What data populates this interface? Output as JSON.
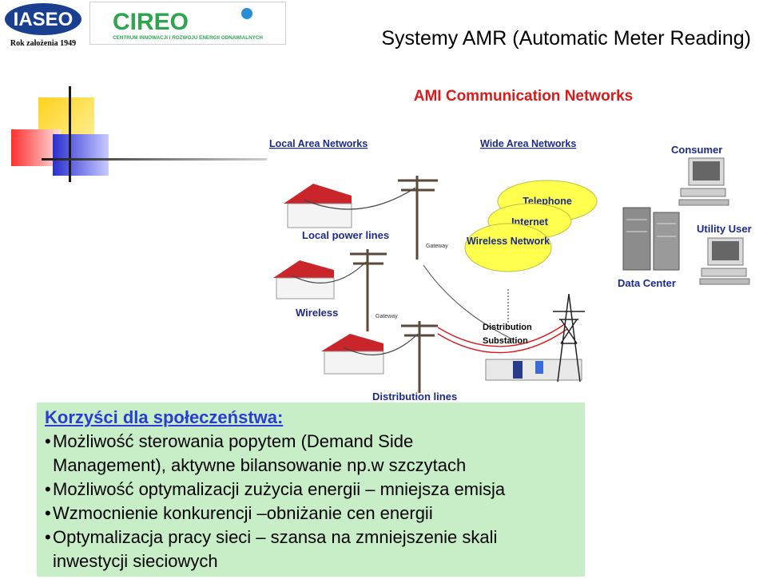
{
  "header": {
    "title": "Systemy AMR (Automatic Meter Reading)",
    "logo_left": {
      "text": "IASEO",
      "caption": "Rok założenia 1949",
      "color": "#1b3f8f"
    },
    "logo_right": {
      "text": "CIREO",
      "subtitle": "CENTRUM INNOWACJI I ROZWOJU ENERGII ODNAWIALNYCH",
      "color": "#2ea44f"
    }
  },
  "diagram": {
    "title": "AMI Communication Networks",
    "labels": {
      "lan": "Local Area Networks",
      "wan": "Wide Area Networks",
      "consumer": "Consumer",
      "utility_user": "Utility User",
      "data_center": "Data Center",
      "telephone": "Telephone",
      "internet": "Internet",
      "wireless_network": "Wireless Network",
      "local_power_lines": "Local power lines",
      "wireless": "Wireless",
      "gateway1": "Gateway",
      "gateway2": "Gateway",
      "substation_line1": "Distribution",
      "substation_line2": "Substation",
      "distribution_lines": "Distribution lines"
    },
    "colors": {
      "title": "#d81c1c",
      "label": "#1c2a8c",
      "cloud": "#ffff4d",
      "roof": "#c9252a"
    }
  },
  "benefits": {
    "heading": "Korzyści dla społeczeństwa:",
    "items": [
      {
        "line1": "Możliwość sterowania popytem (Demand Side",
        "line2": "Management), aktywne  bilansowanie np.w szczytach"
      },
      {
        "line1": "Możliwość optymalizacji zużycia energii – mniejsza emisja",
        "line2": ""
      },
      {
        "line1": "Wzmocnienie konkurencji –obniżanie cen energii",
        "line2": ""
      },
      {
        "line1": "Optymalizacja pracy sieci – szansa na zmniejszenie skali",
        "line2": "inwestycji sieciowych"
      }
    ],
    "bullet": "•",
    "background": "#c7eec7",
    "heading_color": "#2a3bd6"
  }
}
